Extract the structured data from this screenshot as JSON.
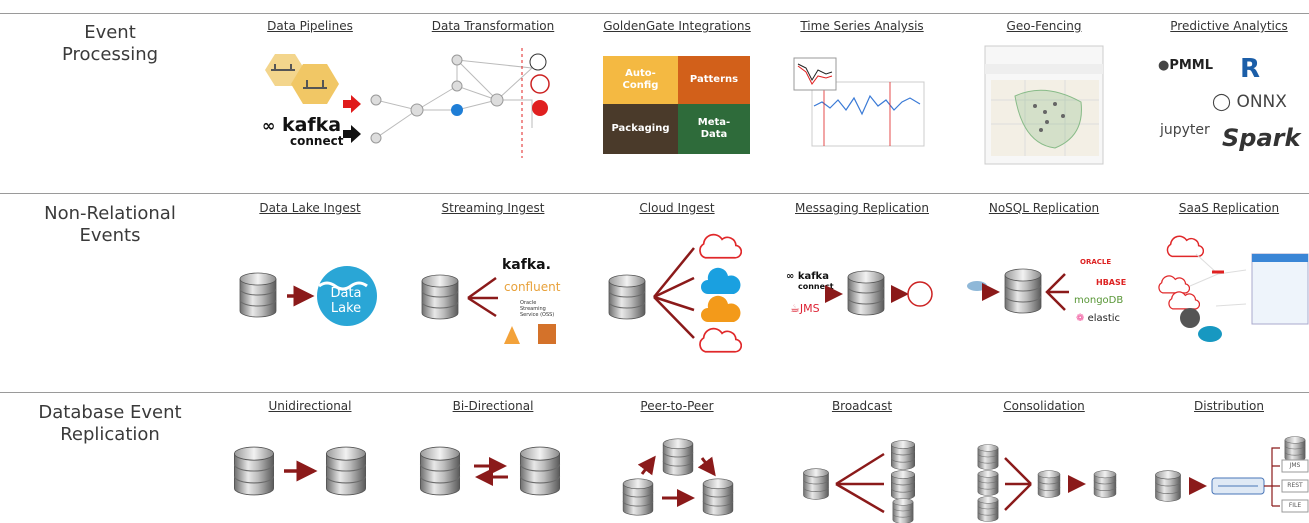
{
  "rows": [
    {
      "title_line1": "Event",
      "title_line2": "Processing",
      "captions": [
        "Data Pipelines",
        "Data Transformation",
        "GoldenGate Integrations",
        "Time Series Analysis",
        "Geo-Fencing",
        "Predictive Analytics"
      ]
    },
    {
      "title_line1": "Non-Relational",
      "title_line2": "Events",
      "captions": [
        "Data Lake Ingest",
        "Streaming Ingest",
        "Cloud Ingest",
        "Messaging Replication",
        "NoSQL Replication",
        "SaaS Replication"
      ]
    },
    {
      "title_line1": "Database Event",
      "title_line2": "Replication",
      "captions": [
        "Unidirectional",
        "Bi-Directional",
        "Peer-to-Peer",
        "Broadcast",
        "Consolidation",
        "Distribution"
      ]
    }
  ],
  "goldengate_tiles": [
    {
      "label": "Auto-\nConfig",
      "color": "#f4b942"
    },
    {
      "label": "Patterns",
      "color": "#d2601a"
    },
    {
      "label": "Packaging",
      "color": "#4a3a2a"
    },
    {
      "label": "Meta-\nData",
      "color": "#2e6b3a"
    }
  ],
  "data_pipelines": {
    "kafka": "kafka",
    "kafka_sub": "connect"
  },
  "data_lake": {
    "line1": "Data",
    "line2": "Lake"
  },
  "streaming": {
    "kafka": "kafka.",
    "confluent": "confluent",
    "oracle_streaming": "Oracle Streaming Service (OSS)"
  },
  "predictive": {
    "pmml": "PMML",
    "r": "R",
    "onnx": "ONNX",
    "jupyter": "jupyter",
    "spark": "Spark"
  },
  "messaging": {
    "kafka": "kafka",
    "kafka_sub": "connect",
    "jms": "JMS"
  },
  "nosql": {
    "oracle": "ORACLE",
    "hbase": "HBASE",
    "mongodb": "mongoDB",
    "elastic": "elastic"
  },
  "distribution": {
    "targets": [
      "JMS",
      "REST",
      "FILE"
    ]
  },
  "colors": {
    "arrow": "#8b1a1a",
    "rule": "#9a9a9a",
    "lake": "#2aa6d6"
  }
}
